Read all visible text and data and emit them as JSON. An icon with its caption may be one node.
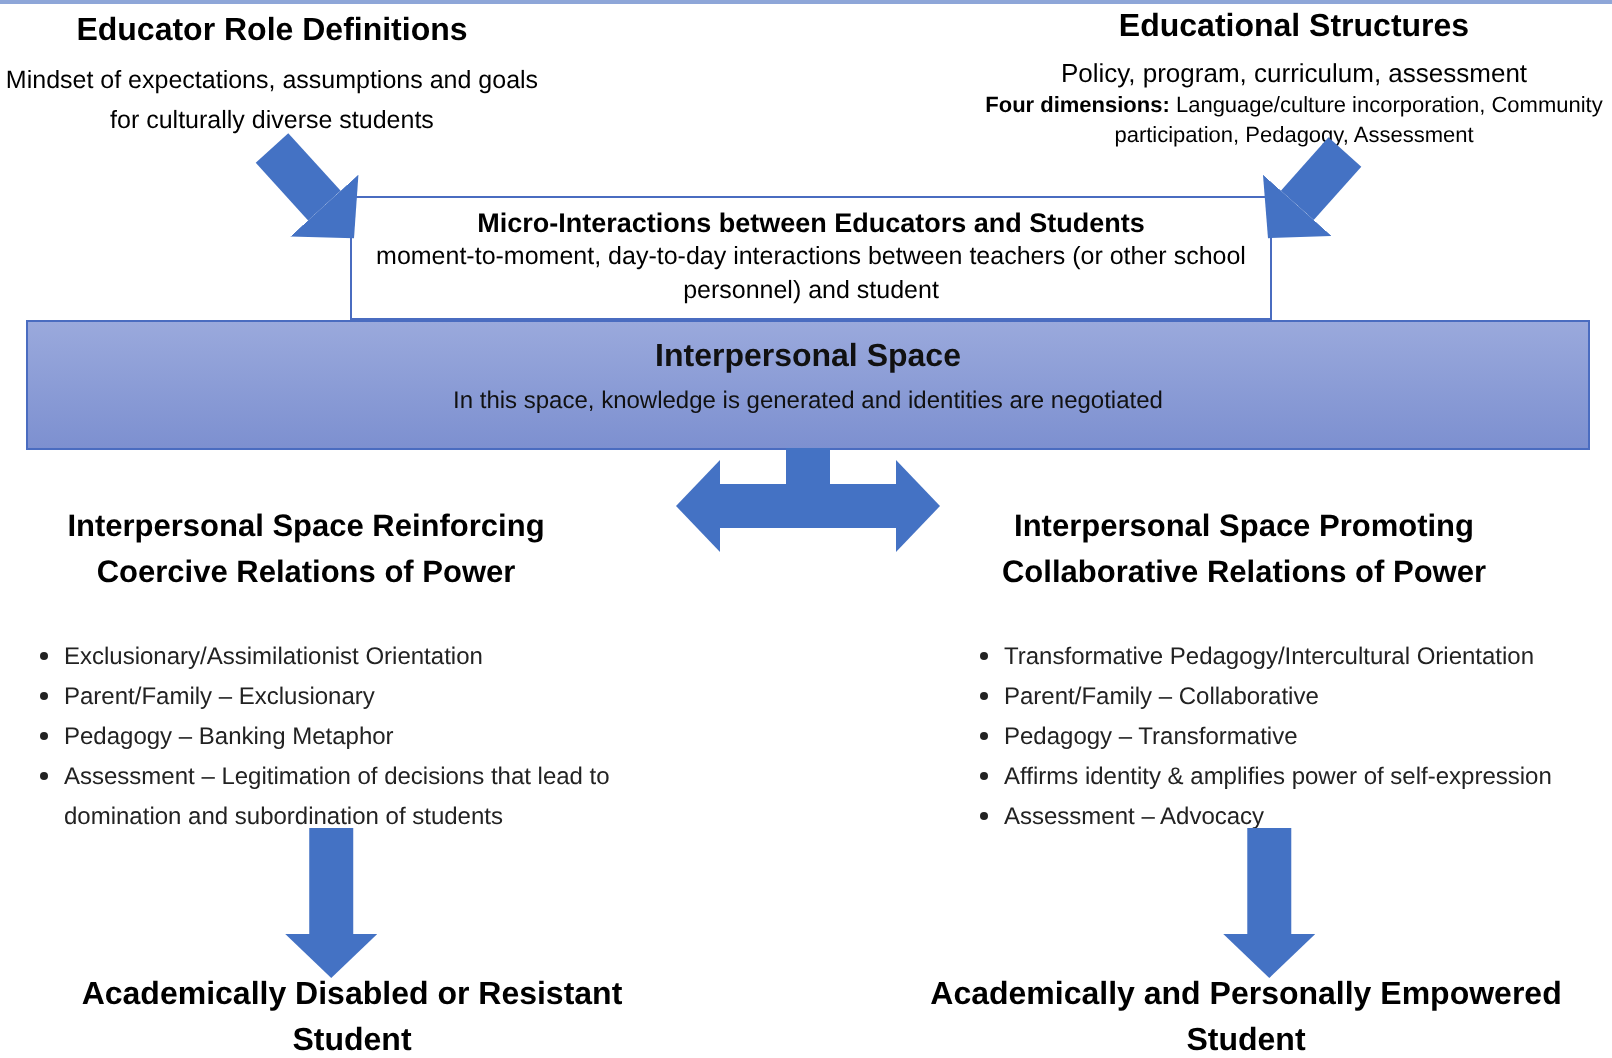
{
  "diagram": {
    "nodes": [
      {
        "text": [
          "Educator Role Definitions",
          "Mindset of expectations, assumptions and goals for culturally diverse students"
        ]
      },
      {
        "text": [
          "Educational Structures",
          "Policy, program, curriculum, assessment",
          "**Four dimensions:** Language/culture incorporation, Community participation, Pedagogy, Assessment"
        ]
      },
      {
        "text": [
          "Micro-Interactions between Educators and Students",
          "moment-to-moment, day-to-day interactions  between teachers (or other school personnel) and student"
        ]
      },
      {
        "text": [
          "Interpersonal Space",
          "In this space, knowledge is generated and identities are negotiated"
        ]
      },
      {
        "text": [
          "Interpersonal Space Reinforcing Coercive Relations of Power",
          "Exclusionary/Assimilationist Orientation",
          "Parent/Family – Exclusionary",
          "Pedagogy – Banking Metaphor",
          "Assessment – Legitimation of decisions that lead to domination and subordination of students"
        ]
      },
      {
        "text": [
          "Interpersonal Space Promoting Collaborative Relations of Power",
          "Transformative Pedagogy/Intercultural Orientation",
          "Parent/Family – Collaborative",
          "Pedagogy – Transformative",
          "Affirms identity & amplifies power of self-expression",
          "Assessment – Advocacy"
        ]
      },
      {
        "text": [
          "Academically Disabled or Resistant Student"
        ]
      },
      {
        "text": [
          "Academically and Personally Empowered Student"
        ]
      }
    ],
    "edges": [
      {
        "from": 0,
        "to": 2,
        "arrow": "to"
      },
      {
        "from": 1,
        "to": 2,
        "arrow": "to"
      },
      {
        "from": 3,
        "to": 4,
        "arrow": "to"
      },
      {
        "from": 3,
        "to": 5,
        "arrow": "to"
      },
      {
        "from": 4,
        "to": 6,
        "arrow": "to"
      },
      {
        "from": 5,
        "to": 7,
        "arrow": "to"
      }
    ]
  }
}
